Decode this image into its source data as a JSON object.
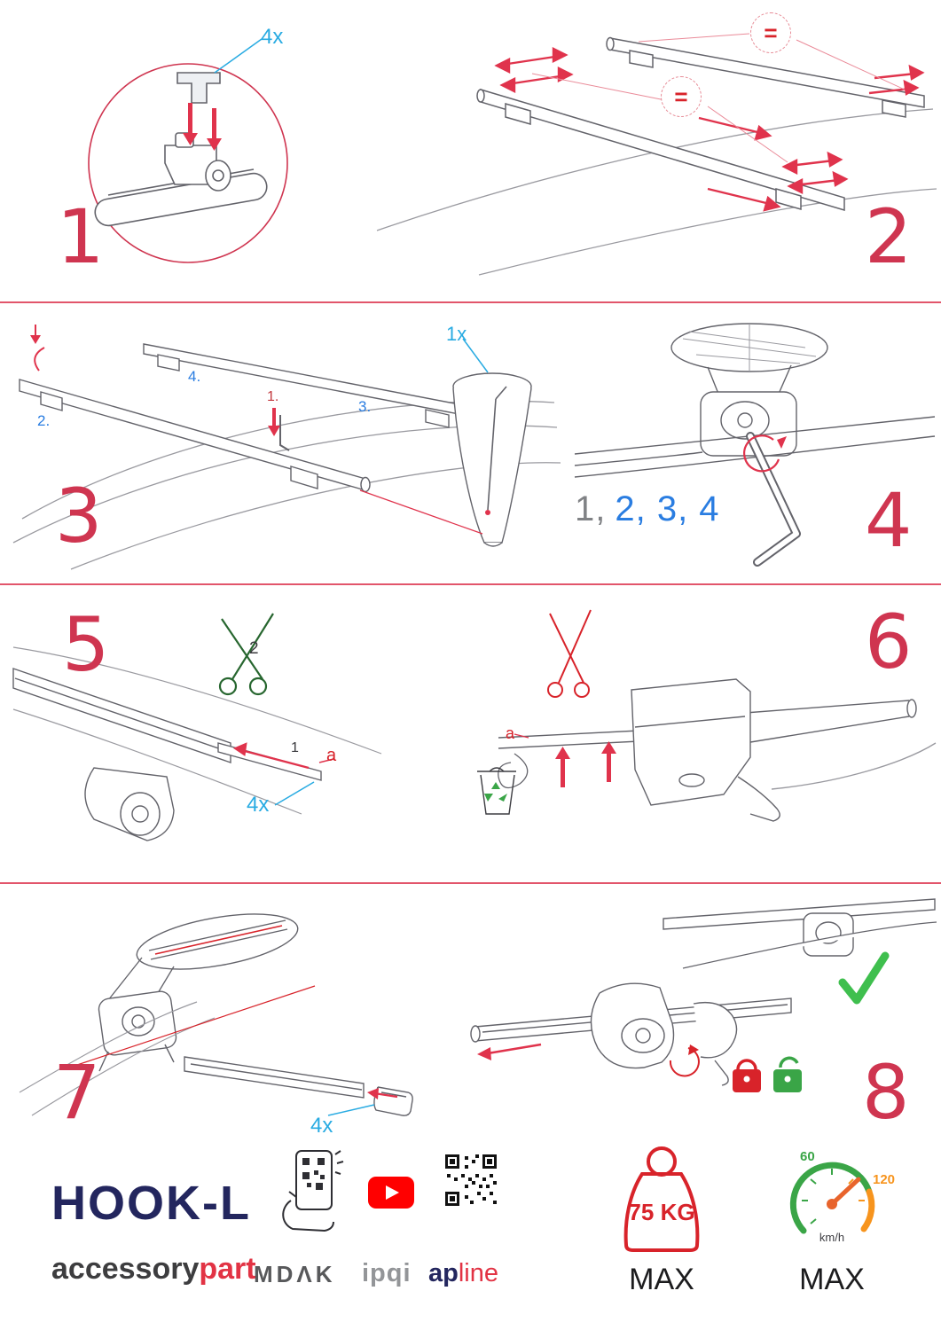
{
  "colors": {
    "step_number_red": "#cf3550",
    "accent_red": "#d8232a",
    "qty_blue": "#29abe2",
    "substep_blue": "#2a7de1",
    "brand_navy": "#23265e",
    "brand_red": "#e23344",
    "ok_green": "#3fbf4e",
    "recycle_green": "#3aa547",
    "gauge_orange": "#f7941d",
    "line_gray": "#63636a"
  },
  "steps": {
    "s1": {
      "number": "1",
      "qty": "4x"
    },
    "s2": {
      "number": "2",
      "equal": "="
    },
    "s3": {
      "number": "3",
      "qty": "1x",
      "sub1": "1.",
      "sub2": "2.",
      "sub3": "3.",
      "sub4": "4."
    },
    "s4": {
      "number": "4",
      "seq_done": "1,",
      "seq_todo": "2, 3, 4"
    },
    "s5": {
      "number": "5",
      "qty": "4x",
      "cut_order": "2",
      "pull_order": "1",
      "strip_label": "a"
    },
    "s6": {
      "number": "6",
      "strip_label": "a"
    },
    "s7": {
      "number": "7",
      "qty": "4x"
    },
    "s8": {
      "number": "8"
    }
  },
  "footer": {
    "product": "HOOK-L",
    "brand_left": "accessory",
    "brand_right": "part",
    "logo_mdak": "MDΛK",
    "logo_ipqi": "ipqi",
    "logo_ap": "ap",
    "logo_line": "line",
    "weight": {
      "value": "75 KG",
      "max": "MAX"
    },
    "speed": {
      "low": "60",
      "high": "120",
      "unit": "km/h",
      "max": "MAX"
    }
  }
}
